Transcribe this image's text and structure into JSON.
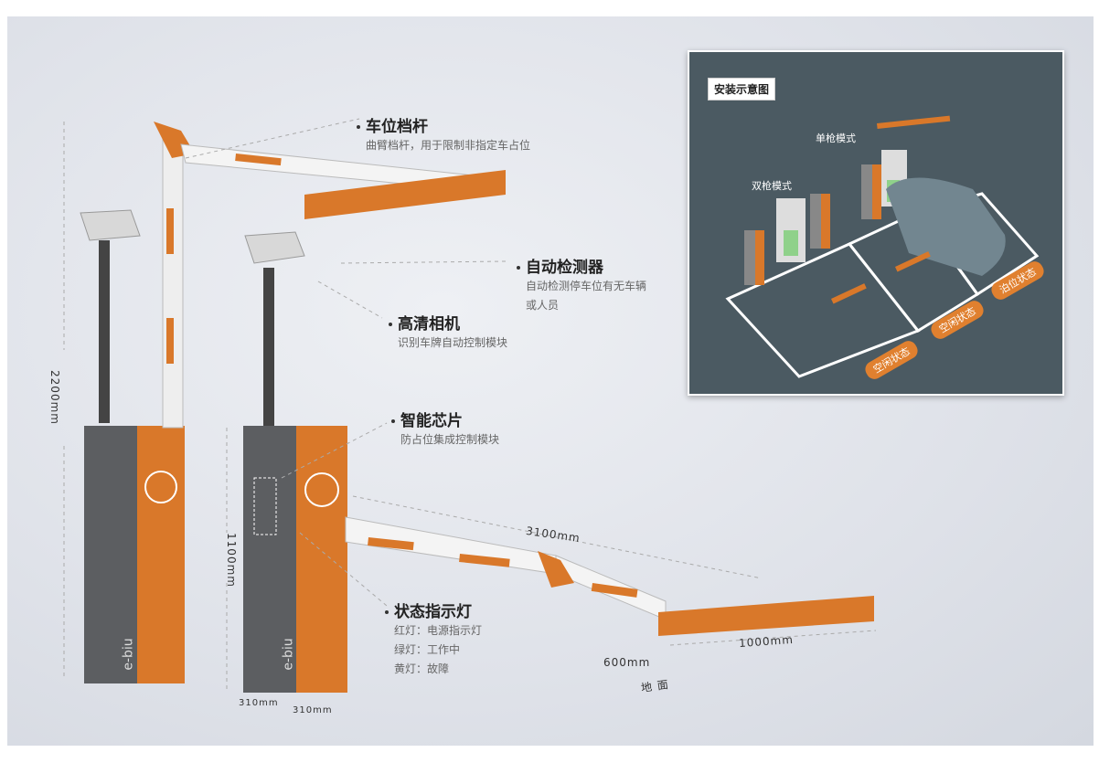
{
  "callouts": [
    {
      "title": "车位档杆",
      "lines": [
        "曲臂档杆，用于限制非指定车占位"
      ]
    },
    {
      "title": "自动检测器",
      "lines": [
        "自动检测停车位有无车辆",
        "或人员"
      ]
    },
    {
      "title": "高清相机",
      "lines": [
        "识别车牌自动控制模块"
      ]
    },
    {
      "title": "智能芯片",
      "lines": [
        "防占位集成控制模块"
      ]
    },
    {
      "title": "状态指示灯",
      "lines": [
        "红灯：电源指示灯",
        "绿灯：工作中",
        "黄灯：故障"
      ]
    }
  ],
  "dimensions": {
    "total_height": "2200mm",
    "cabinet_height": "1100mm",
    "depth": "310mm",
    "width": "310mm",
    "arm_length": "3100mm",
    "end_length": "1000mm",
    "arm_height": "600mm",
    "ground": "地 面"
  },
  "brand": "e-biu",
  "inset": {
    "title": "安装示意图",
    "modes": [
      "单枪模式",
      "双枪模式"
    ],
    "tags": [
      "泊位状态",
      "空闲状态",
      "空闲状态"
    ]
  },
  "colors": {
    "accent": "#d9782a",
    "cabinet": "#5c5e61",
    "inset_bg": "#4b5a62"
  }
}
